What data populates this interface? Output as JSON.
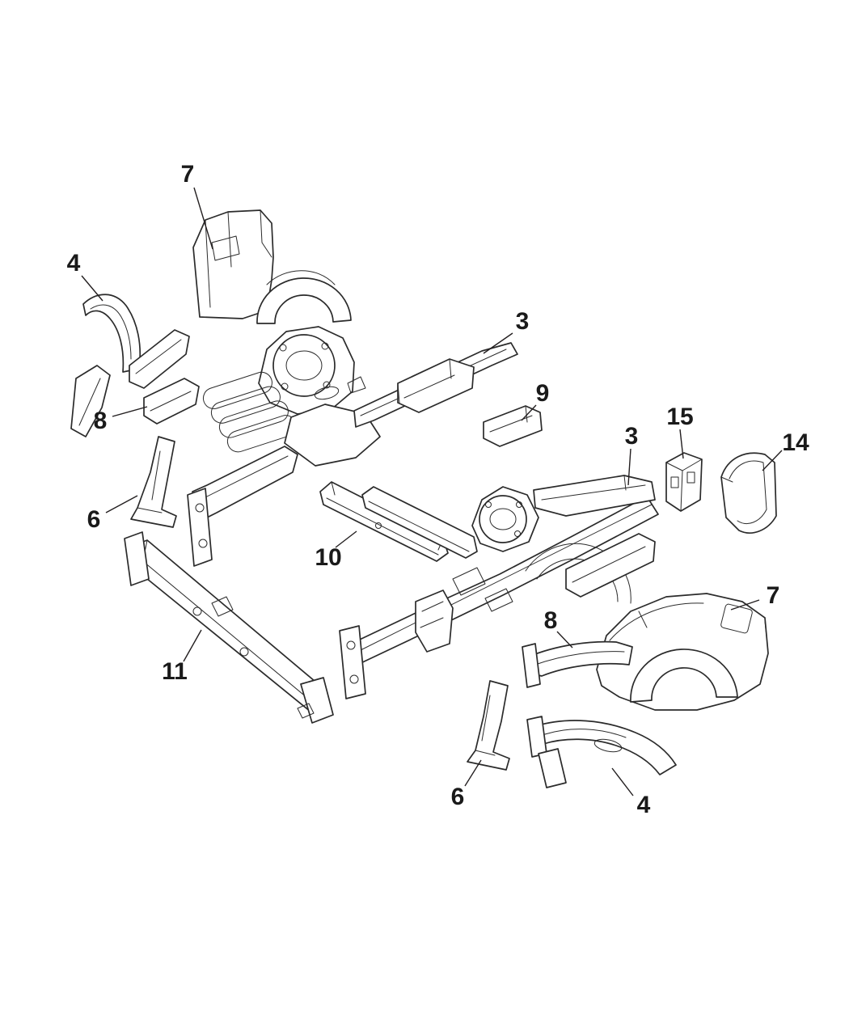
{
  "diagram": {
    "background_color": "#ffffff",
    "line_color": "#2b2b2b",
    "label_color": "#1a1a1a",
    "callouts": [
      {
        "label": "7"
      },
      {
        "label": "4"
      },
      {
        "label": "8"
      },
      {
        "label": "3"
      },
      {
        "label": "9"
      },
      {
        "label": "15"
      },
      {
        "label": "3"
      },
      {
        "label": "14"
      },
      {
        "label": "6"
      },
      {
        "label": "10"
      },
      {
        "label": "7"
      },
      {
        "label": "8"
      },
      {
        "label": "11"
      },
      {
        "label": "6"
      },
      {
        "label": "4"
      }
    ]
  }
}
